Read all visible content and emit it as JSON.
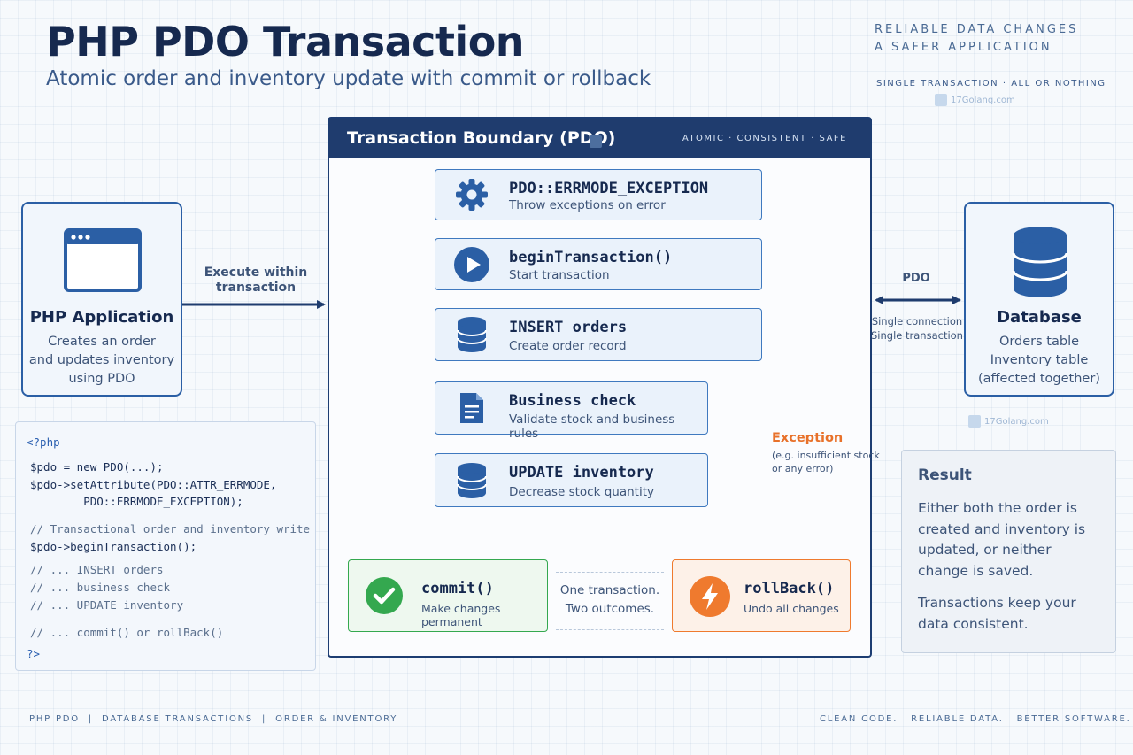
{
  "header": {
    "title": "PHP PDO Transaction",
    "subtitle": "Atomic order and inventory update with commit or rollback",
    "tagline_line1": "RELIABLE DATA CHANGES",
    "tagline_line2": "A SAFER APPLICATION",
    "tag_small": "SINGLE TRANSACTION  ·  ALL OR NOTHING"
  },
  "watermark": "17Golang.com",
  "app": {
    "title": "PHP Application",
    "desc_lines": [
      "Creates an order",
      "and updates inventory",
      "using PDO"
    ]
  },
  "execute_label": [
    "Execute within",
    "transaction"
  ],
  "database": {
    "title": "Database",
    "desc_lines": [
      "Orders table",
      "Inventory table",
      "(affected together)"
    ]
  },
  "pdo_link": {
    "label": "PDO",
    "notes": [
      "Single connection",
      "Single transaction"
    ]
  },
  "boundary": {
    "title": "Transaction Boundary (PDO)",
    "tags": "ATOMIC  ·  CONSISTENT  ·  SAFE"
  },
  "steps": [
    {
      "title": "PDO::ERRMODE_EXCEPTION",
      "sub": "Throw exceptions on error",
      "icon": "gear-icon"
    },
    {
      "title": "beginTransaction()",
      "sub": "Start transaction",
      "icon": "play-icon"
    },
    {
      "title": "INSERT orders",
      "sub": "Create order record",
      "icon": "database-icon"
    },
    {
      "title": "Business check",
      "sub": "Validate stock and business rules",
      "icon": "document-icon"
    },
    {
      "title": "UPDATE inventory",
      "sub": "Decrease stock quantity",
      "icon": "database-icon"
    }
  ],
  "exception": {
    "title": "Exception",
    "notes": [
      "(e.g. insufficient stock",
      "or any error)"
    ]
  },
  "commit": {
    "title": "commit()",
    "sub": "Make changes permanent",
    "icon": "check-icon"
  },
  "rollback": {
    "title": "rollBack()",
    "sub": "Undo all changes",
    "icon": "lightning-icon"
  },
  "outcome_note": [
    "One transaction.",
    "Two outcomes."
  ],
  "code": {
    "open_tag": "<?php",
    "line_new": "$pdo = new PDO(...);",
    "line_attr1": "$pdo->setAttribute(PDO::ATTR_ERRMODE,",
    "line_attr2": "        PDO::ERRMODE_EXCEPTION);",
    "comment_tx": "// Transactional order and inventory write",
    "line_begin": "$pdo->beginTransaction();",
    "comment_insert": "// ... INSERT orders",
    "comment_check": "// ... business check",
    "comment_update": "// ... UPDATE inventory",
    "comment_end": "// ... commit() or rollBack()",
    "close_tag": "?>"
  },
  "result": {
    "title": "Result",
    "text1": "Either both the order is created and inventory is updated, or neither change is saved.",
    "text2": "Transactions keep your data consistent."
  },
  "footer": {
    "left": "PHP PDO  |  DATABASE TRANSACTIONS  |  ORDER & INVENTORY",
    "right": "CLEAN CODE.   RELIABLE DATA.   BETTER SOFTWARE."
  },
  "colors": {
    "primary": "#2b5fa5",
    "navy": "#1f3c6e",
    "commit_green": "#34a84f",
    "rollback_orange": "#ef7a2e"
  }
}
